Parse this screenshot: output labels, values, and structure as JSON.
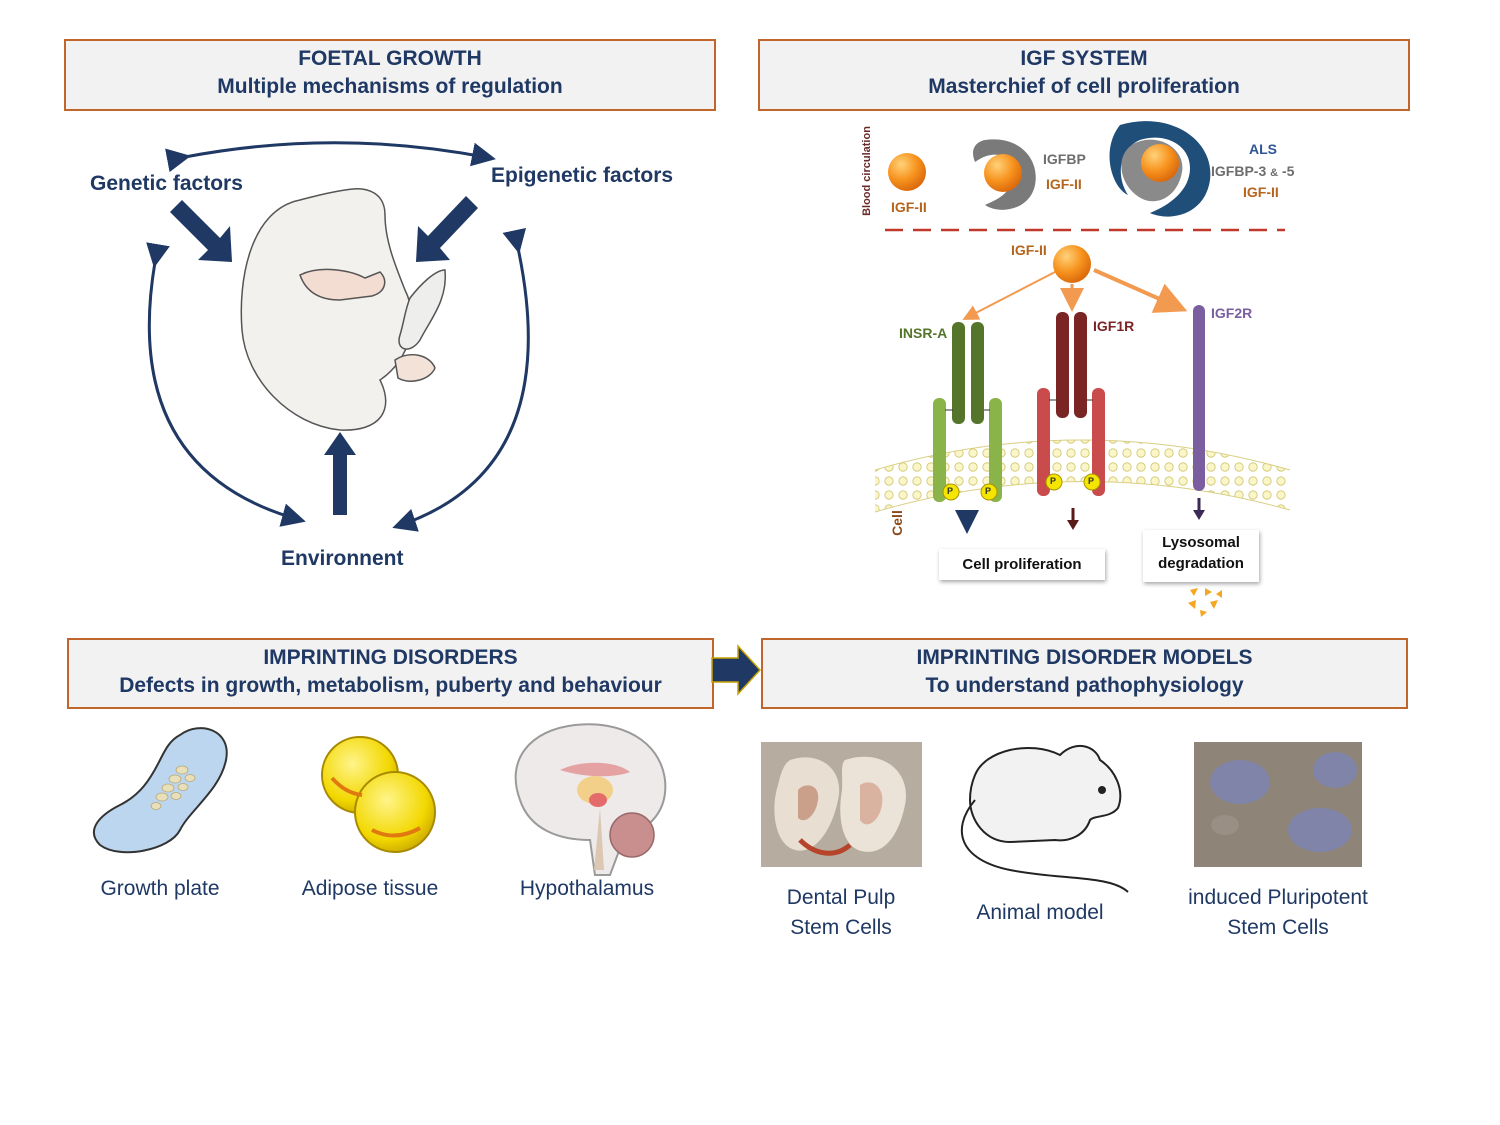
{
  "panels": {
    "foetal": {
      "title": "FOETAL GROWTH",
      "subtitle": "Multiple mechanisms of regulation"
    },
    "igf": {
      "title": "IGF SYSTEM",
      "subtitle": "Masterchief of cell proliferation"
    },
    "disorders": {
      "title": "IMPRINTING DISORDERS",
      "subtitle": "Defects in growth, metabolism, puberty and behaviour"
    },
    "models": {
      "title": "IMPRINTING DISORDER MODELS",
      "subtitle": "To understand pathophysiology"
    }
  },
  "foetal": {
    "genetic": "Genetic factors",
    "epigenetic": "Epigenetic factors",
    "environment": "Environnent"
  },
  "igf_diagram": {
    "blood_circulation": "Blood circulation",
    "cell": "Cell",
    "igf2_free": "IGF-II",
    "igfbp": "IGFBP",
    "igf2_bp": "IGF-II",
    "als": "ALS",
    "igfbp35": "IGFBP-3",
    "amp": "&",
    "minus5": "-5",
    "igf2_als": "IGF-II",
    "igf2_top": "IGF-II",
    "insra": "INSR-A",
    "igf1r": "IGF1R",
    "igf2r": "IGF2R",
    "p": "P",
    "cell_prolif": "Cell proliferation",
    "lyso1": "Lysosomal",
    "lyso2": "degradation"
  },
  "disorders": {
    "growth_plate": "Growth plate",
    "adipose": "Adipose tissue",
    "hypothalamus": "Hypothalamus"
  },
  "models": {
    "dental1": "Dental Pulp",
    "dental2": "Stem Cells",
    "animal": "Animal model",
    "ipsc1": "induced Pluripotent",
    "ipsc2": "Stem Cells"
  },
  "colors": {
    "panel_border": "#c0652b",
    "panel_fill": "#f2f2f2",
    "navy": "#1f3864",
    "insr_green": "#5a7a2a",
    "igf1r_red": "#7a2a2a",
    "igf2r_purple": "#7a5ea0",
    "igf_orange": "#f08a10"
  }
}
